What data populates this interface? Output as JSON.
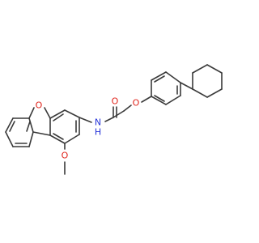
{
  "molecule": {
    "atoms": {
      "furan_o": {
        "label": "O",
        "color": "#e0241b"
      },
      "ether_o": {
        "label": "O",
        "color": "#e0241b"
      },
      "carbonyl_o": {
        "label": "O",
        "color": "#e0241b"
      },
      "amide_n": {
        "label": "N",
        "color": "#2432d8"
      },
      "amide_h": {
        "label": "H",
        "color": "#2432d8"
      },
      "methoxy_o": {
        "label": "O",
        "color": "#e0241b"
      }
    },
    "bond_color": "#3a3a3a"
  }
}
